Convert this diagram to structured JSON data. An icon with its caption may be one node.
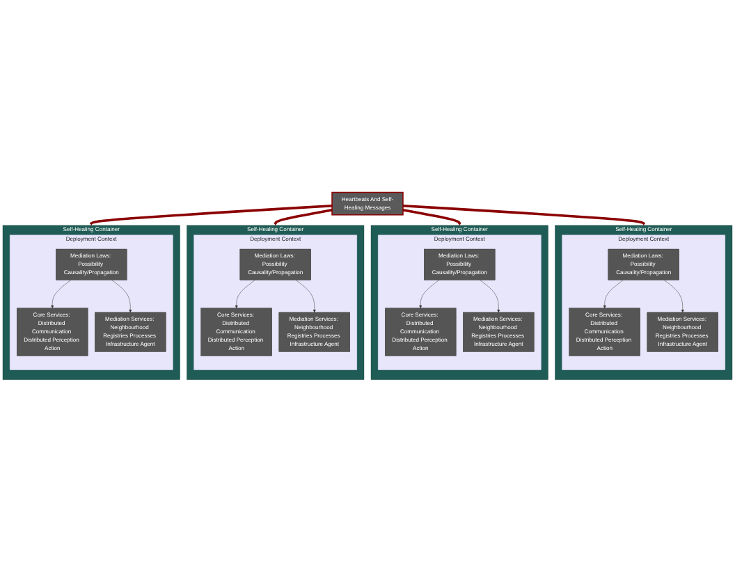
{
  "diagram": {
    "nodes": [
      {
        "text": [
          "Self-Healing Container"
        ]
      },
      {
        "text": [
          "Deployment Context"
        ],
        "in": 0
      },
      {
        "text": [
          "Mediation Laws: Possibility Causality/Propagation"
        ],
        "in": 1
      },
      {
        "text": [
          "Core Services: Distributed Communication Distributed Perception Action"
        ],
        "in": 1
      },
      {
        "text": [
          "Mediation Services: Neighbourhood Registries Processes Infrastructure Agent"
        ],
        "in": 1
      },
      {
        "text": [
          "Self-Healing Container"
        ]
      },
      {
        "text": [
          "Deployment Context"
        ],
        "in": 5
      },
      {
        "text": [
          "Mediation Laws: Possibility Causality/Propagation"
        ],
        "in": 6
      },
      {
        "text": [
          "Core Services: Distributed Communication Distributed Perception Action"
        ],
        "in": 6
      },
      {
        "text": [
          "Mediation Services: Neighbourhood Registries Processes Infrastructure Agent"
        ],
        "in": 6
      },
      {
        "text": [
          "Heartbeats And Self-Healing Messages"
        ]
      },
      {
        "text": [
          "Self-Healing Container"
        ]
      },
      {
        "text": [
          "Deployment Context"
        ],
        "in": 11
      },
      {
        "text": [
          "Mediation Laws: Possibility Causality/Propagation"
        ],
        "in": 12
      },
      {
        "text": [
          "Core Services: Distributed Communication Distributed Perception Action"
        ],
        "in": 12
      },
      {
        "text": [
          "Mediation Services: Neighbourhood Registries Processes Infrastructure Agent"
        ],
        "in": 12
      },
      {
        "text": [
          "Self-Healing Container"
        ]
      },
      {
        "text": [
          "Deployment Context"
        ],
        "in": 16
      },
      {
        "text": [
          "Mediation Laws: Possibility Causality/Propagation"
        ],
        "in": 17
      },
      {
        "text": [
          "Core Services: Distributed Communication Distributed Perception Action"
        ],
        "in": 17
      },
      {
        "text": [
          "Mediation Services: Neighbourhood Registries Processes Infrastructure Agent"
        ],
        "in": 17
      }
    ],
    "edges": [
      {
        "from": 2,
        "to": 3,
        "arrow": "to"
      },
      {
        "from": 2,
        "to": 4,
        "arrow": "to"
      },
      {
        "from": 7,
        "to": 8,
        "arrow": "to"
      },
      {
        "from": 7,
        "to": 9,
        "arrow": "to"
      },
      {
        "from": 13,
        "to": 14,
        "arrow": "to"
      },
      {
        "from": 13,
        "to": 15,
        "arrow": "to"
      },
      {
        "from": 18,
        "to": 19,
        "arrow": "to"
      },
      {
        "from": 18,
        "to": 20,
        "arrow": "to"
      },
      {
        "from": 10,
        "to": 0,
        "arrow": "to",
        "style": "thick",
        "color": "#8b0000"
      },
      {
        "from": 10,
        "to": 5,
        "arrow": "to",
        "style": "thick",
        "color": "#8b0000"
      },
      {
        "from": 10,
        "to": 11,
        "arrow": "to",
        "style": "thick",
        "color": "#8b0000"
      },
      {
        "from": 10,
        "to": 16,
        "arrow": "to",
        "style": "thick",
        "color": "#8b0000"
      }
    ]
  }
}
